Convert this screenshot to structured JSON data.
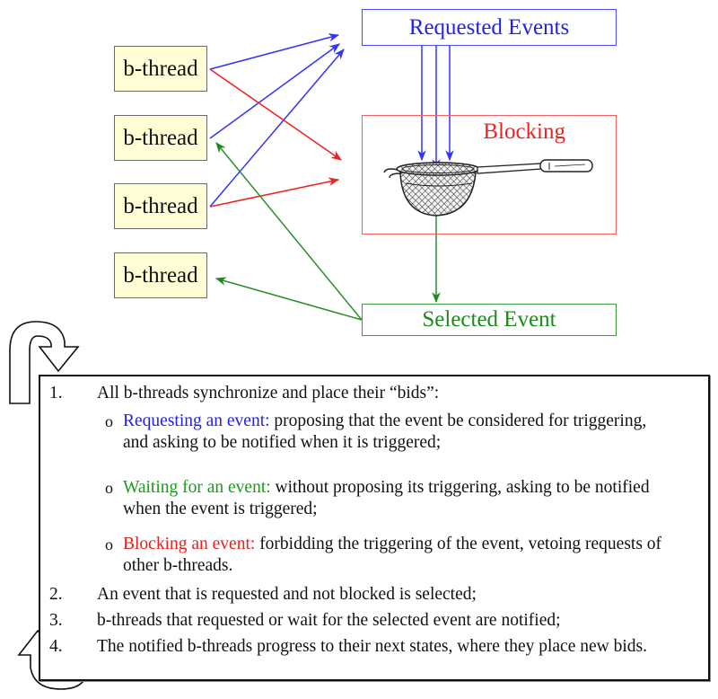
{
  "diagram": {
    "bthreads": [
      "b-thread",
      "b-thread",
      "b-thread",
      "b-thread"
    ],
    "requested_events_label": "Requested Events",
    "blocking_label": "Blocking",
    "selected_event_label": "Selected Event",
    "strainer_icon": "strainer-icon",
    "loop_icons": [
      "curved-arrow-down-icon",
      "curved-arrow-up-icon"
    ],
    "colors": {
      "request": "#2222ee",
      "block": "#ee2222",
      "select": "#1e8a1e",
      "bthread_fill": "#fffdd6"
    }
  },
  "steps": [
    {
      "number": "1.",
      "text": "All b-threads synchronize and place their “bids”:",
      "bullets": [
        {
          "marker": "o",
          "label": "Requesting an event:",
          "line1": " proposing that the event be considered for triggering,",
          "line2": "and asking to be notified when it is triggered;"
        },
        {
          "marker": "o",
          "label": "Waiting for an event:",
          "line1": " without proposing its triggering, asking to be notified",
          "line2": "when the event is triggered;"
        },
        {
          "marker": "o",
          "label": "Blocking an event:",
          "line1": " forbidding the triggering of the event, vetoing requests of",
          "line2": "other b-threads."
        }
      ]
    },
    {
      "number": "2.",
      "text": "An event that is requested and not blocked is selected;"
    },
    {
      "number": "3.",
      "text": "b-threads that requested or wait for the selected event are notified;"
    },
    {
      "number": "4.",
      "text": "The notified b-threads progress to their next states, where they place new bids."
    }
  ]
}
